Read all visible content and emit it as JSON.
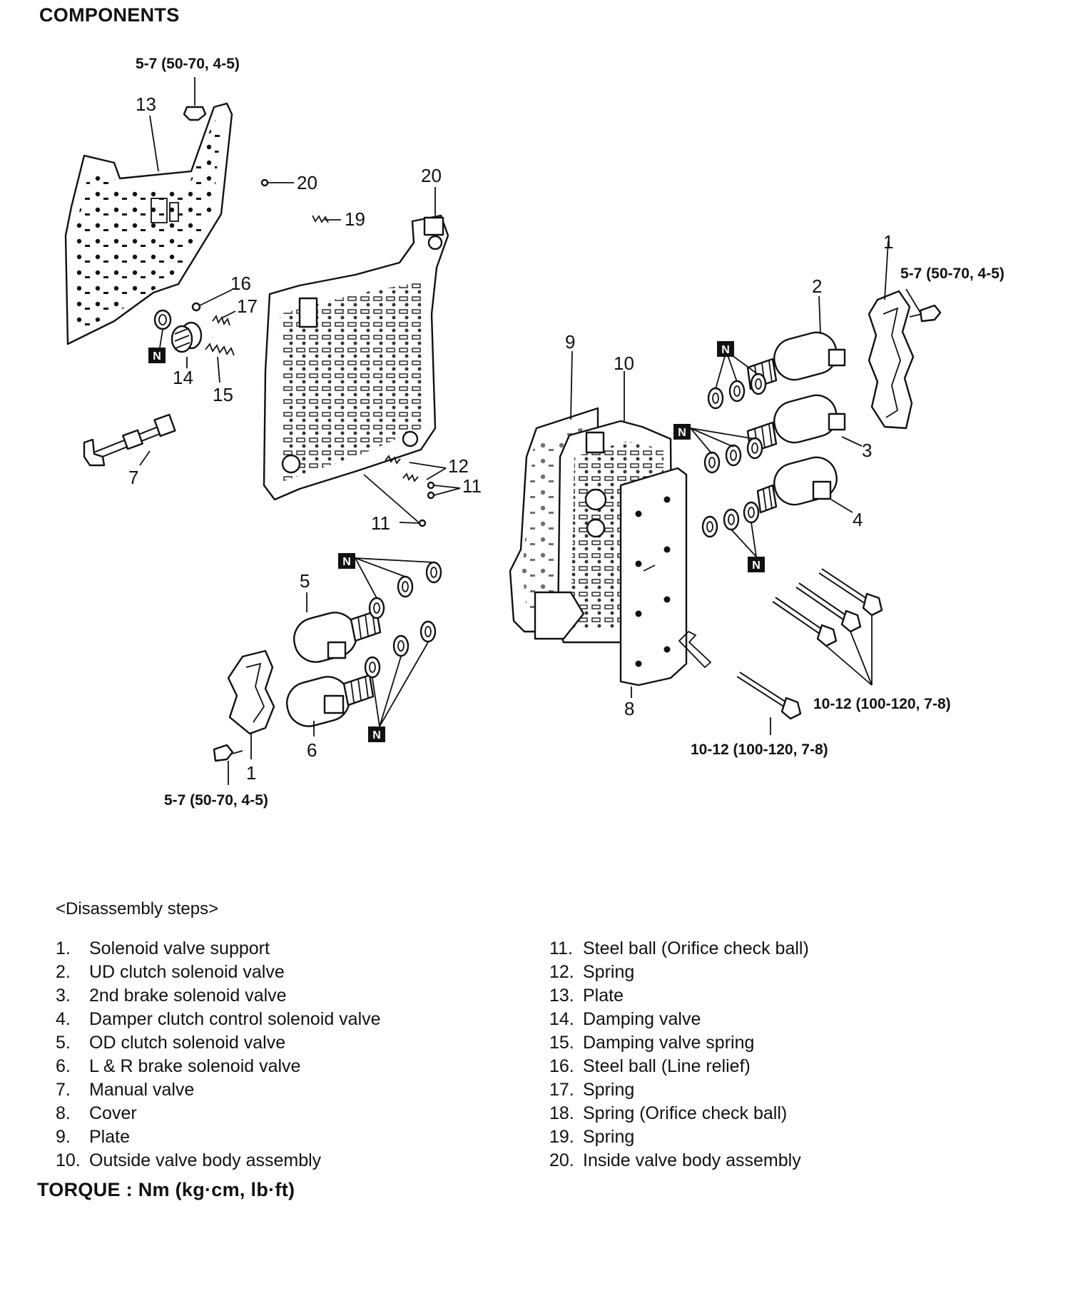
{
  "page": {
    "title": "COMPONENTS"
  },
  "diagram": {
    "callouts": [
      "1",
      "2",
      "3",
      "4",
      "5",
      "6",
      "7",
      "8",
      "9",
      "10",
      "11",
      "12",
      "13",
      "14",
      "15",
      "16",
      "17",
      "19",
      "20"
    ],
    "n_badge": "N",
    "torque_specs": [
      "5-7 (50-70, 4-5)",
      "10-12 (100-120, 7-8)"
    ]
  },
  "steps": {
    "heading": "<Disassembly steps>",
    "items": [
      {
        "num": "1.",
        "label": "Solenoid valve support"
      },
      {
        "num": "2.",
        "label": "UD clutch solenoid valve"
      },
      {
        "num": "3.",
        "label": "2nd brake solenoid valve"
      },
      {
        "num": "4.",
        "label": "Damper clutch control solenoid valve"
      },
      {
        "num": "5.",
        "label": "OD clutch solenoid valve"
      },
      {
        "num": "6.",
        "label": "L & R brake solenoid valve"
      },
      {
        "num": "7.",
        "label": "Manual valve"
      },
      {
        "num": "8.",
        "label": "Cover"
      },
      {
        "num": "9.",
        "label": "Plate"
      },
      {
        "num": "10.",
        "label": "Outside valve body assembly"
      },
      {
        "num": "11.",
        "label": "Steel ball (Orifice check ball)"
      },
      {
        "num": "12.",
        "label": "Spring"
      },
      {
        "num": "13.",
        "label": "Plate"
      },
      {
        "num": "14.",
        "label": "Damping valve"
      },
      {
        "num": "15.",
        "label": "Damping valve spring"
      },
      {
        "num": "16.",
        "label": "Steel ball (Line relief)"
      },
      {
        "num": "17.",
        "label": "Spring"
      },
      {
        "num": "18.",
        "label": "Spring (Orifice check ball)"
      },
      {
        "num": "19.",
        "label": "Spring"
      },
      {
        "num": "20.",
        "label": "Inside valve body assembly"
      }
    ]
  },
  "footer": {
    "torque_unit": "TORQUE : Nm (kg·cm, lb·ft)"
  }
}
